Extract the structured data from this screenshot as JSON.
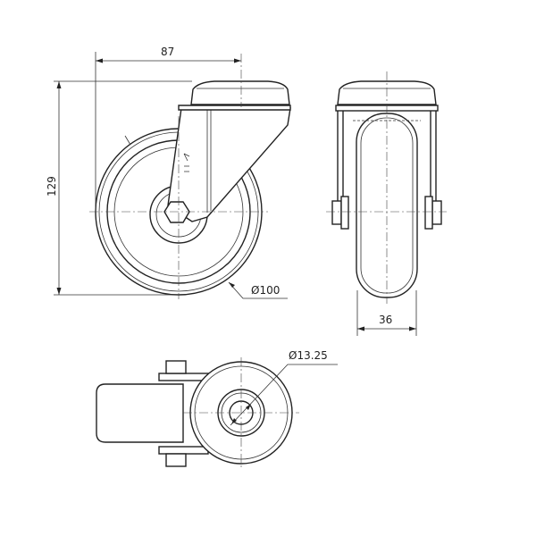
{
  "title": "Swivel castor technical drawing",
  "dimensions": {
    "width": "87",
    "height": "129",
    "wheel_diameter": "Ø100",
    "wheel_width": "36",
    "bore_diameter": "Ø13.25"
  },
  "colors": {
    "line": "#222222",
    "background": "#ffffff"
  }
}
